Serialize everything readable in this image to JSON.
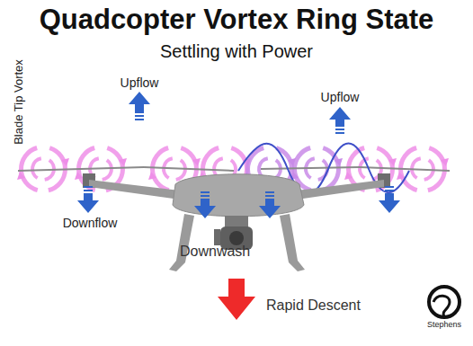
{
  "diagram": {
    "title": "Quadcopter Vortex Ring State",
    "labels": [
      "Settling with Power",
      "Blade Tip Vortex",
      "Upflow",
      "Upflow",
      "Downflow",
      "Downwash",
      "Rapid Descent",
      "Stephens"
    ]
  }
}
